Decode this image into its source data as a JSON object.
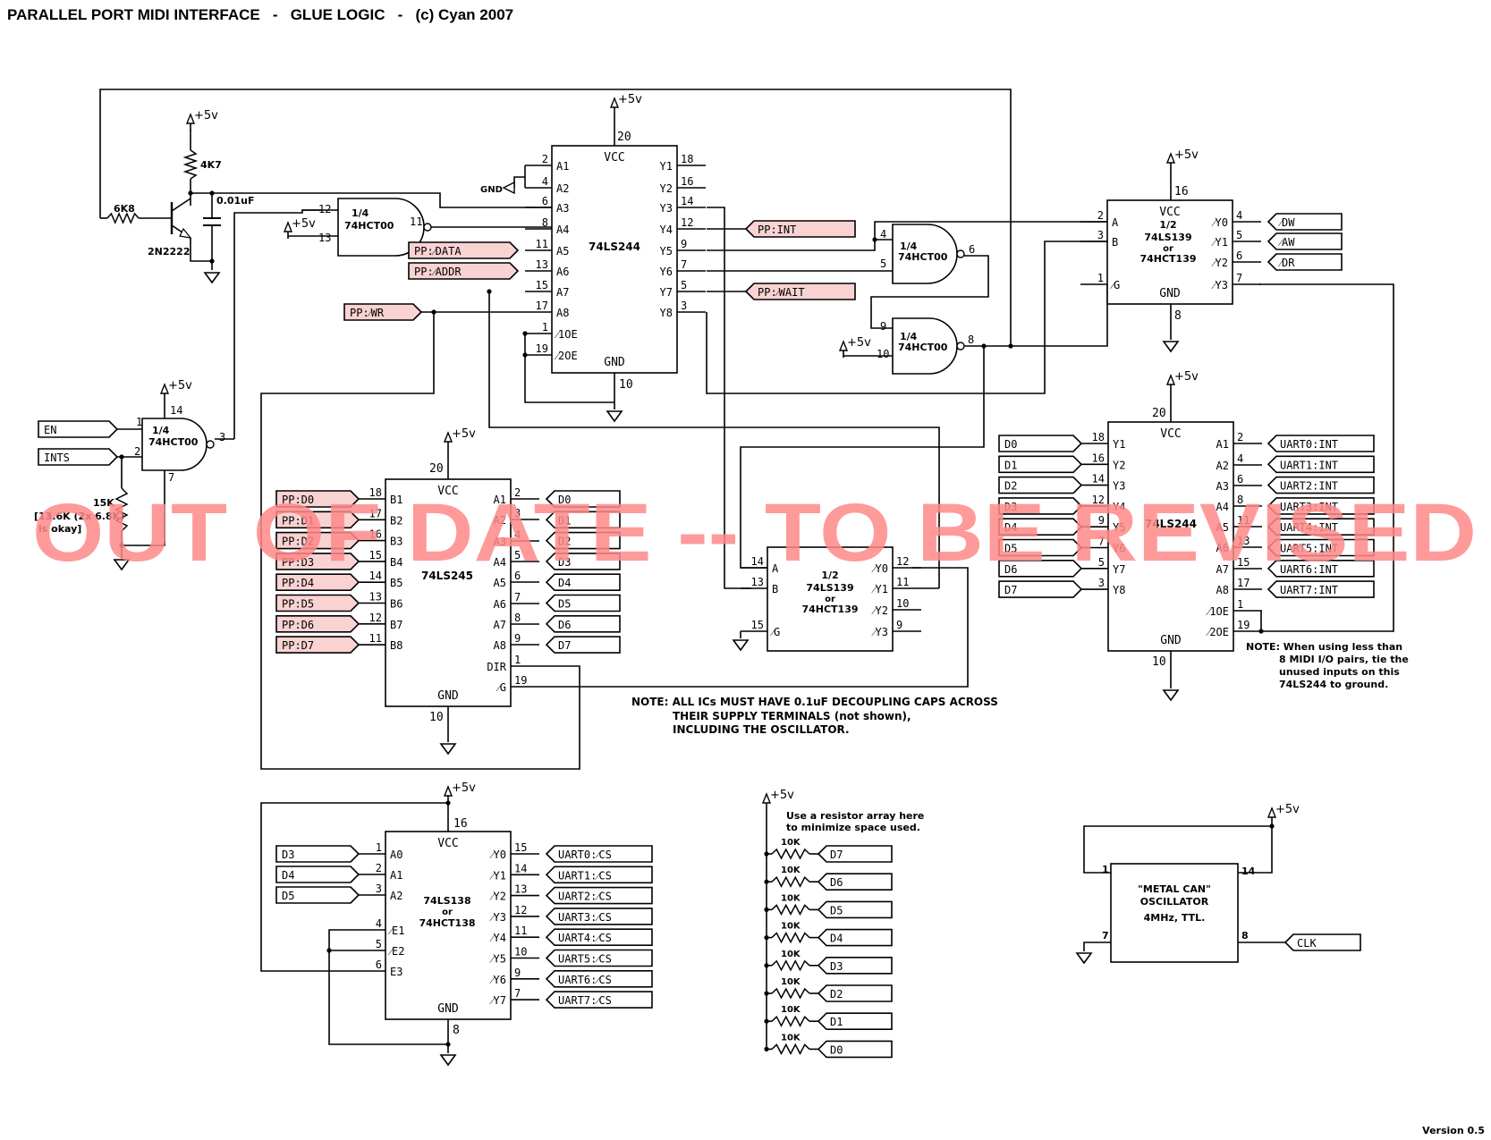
{
  "title": "PARALLEL PORT MIDI INTERFACE   -   GLUE LOGIC   -   (c) Cyan 2007",
  "version": "Version 0.5",
  "watermark": "OUT OF DATE -- TO BE REVISED",
  "supply": "+5v",
  "colors": {
    "signal_fill": "#f9d2d2",
    "watermark": "#f88",
    "line": "#000"
  },
  "components": {
    "resistor_4k7": "4K7",
    "resistor_6k8": "6K8",
    "transistor": "2N2222",
    "capacitor": "0.01uF",
    "gnd_label": "GND",
    "resistor_15k": "15K",
    "resistor_15k_note_1": "[13.6K (2x 6.8K)",
    "resistor_15k_note_2": "is okay]",
    "resistor_10k": "10K"
  },
  "gates": {
    "g1": {
      "frac": "1/4",
      "part": "74HCT00",
      "pins": [
        "12",
        "13",
        "11"
      ]
    },
    "g2": {
      "frac": "1/4",
      "part": "74HCT00",
      "pins": [
        "1",
        "2",
        "3"
      ],
      "vcc": "14",
      "gnd": "7"
    },
    "g3": {
      "frac": "1/4",
      "part": "74HCT00",
      "pins": [
        "4",
        "5",
        "6"
      ]
    },
    "g4": {
      "frac": "1/4",
      "part": "74HCT00",
      "pins": [
        "9",
        "10",
        "8"
      ]
    }
  },
  "ics": {
    "u244a": {
      "name": "74LS244",
      "vcc": "VCC",
      "gnd": "GND",
      "vcc_pin": "20",
      "gnd_pin": "10",
      "left": [
        {
          "p": "2",
          "l": "A1"
        },
        {
          "p": "4",
          "l": "A2"
        },
        {
          "p": "6",
          "l": "A3"
        },
        {
          "p": "8",
          "l": "A4"
        },
        {
          "p": "11",
          "l": "A5"
        },
        {
          "p": "13",
          "l": "A6"
        },
        {
          "p": "15",
          "l": "A7"
        },
        {
          "p": "17",
          "l": "A8"
        },
        {
          "p": "1",
          "l": "⁄1OE"
        },
        {
          "p": "19",
          "l": "⁄2OE"
        }
      ],
      "right": [
        {
          "p": "18",
          "l": "Y1"
        },
        {
          "p": "16",
          "l": "Y2"
        },
        {
          "p": "14",
          "l": "Y3"
        },
        {
          "p": "12",
          "l": "Y4"
        },
        {
          "p": "9",
          "l": "Y5"
        },
        {
          "p": "7",
          "l": "Y6"
        },
        {
          "p": "5",
          "l": "Y7"
        },
        {
          "p": "3",
          "l": "Y8"
        }
      ]
    },
    "u139a": {
      "frac": "1/2",
      "name": "74LS139",
      "or": "or",
      "alt": "74HCT139",
      "vcc": "VCC",
      "gnd": "GND",
      "vcc_pin": "16",
      "gnd_pin": "8",
      "left": [
        {
          "p": "2",
          "l": "A"
        },
        {
          "p": "3",
          "l": "B"
        },
        {
          "p": "1",
          "l": "⁄G"
        }
      ],
      "right": [
        {
          "p": "4",
          "l": "⁄Y0"
        },
        {
          "p": "5",
          "l": "⁄Y1"
        },
        {
          "p": "6",
          "l": "⁄Y2"
        },
        {
          "p": "7",
          "l": "⁄Y3"
        }
      ]
    },
    "u245": {
      "name": "74LS245",
      "vcc": "VCC",
      "gnd": "GND",
      "vcc_pin": "20",
      "gnd_pin": "10",
      "left": [
        {
          "p": "18",
          "l": "B1"
        },
        {
          "p": "17",
          "l": "B2"
        },
        {
          "p": "16",
          "l": "B3"
        },
        {
          "p": "15",
          "l": "B4"
        },
        {
          "p": "14",
          "l": "B5"
        },
        {
          "p": "13",
          "l": "B6"
        },
        {
          "p": "12",
          "l": "B7"
        },
        {
          "p": "11",
          "l": "B8"
        }
      ],
      "right": [
        {
          "p": "2",
          "l": "A1"
        },
        {
          "p": "3",
          "l": "A2"
        },
        {
          "p": "4",
          "l": "A3"
        },
        {
          "p": "5",
          "l": "A4"
        },
        {
          "p": "6",
          "l": "A5"
        },
        {
          "p": "7",
          "l": "A6"
        },
        {
          "p": "8",
          "l": "A7"
        },
        {
          "p": "9",
          "l": "A8"
        },
        {
          "p": "1",
          "l": "DIR"
        },
        {
          "p": "19",
          "l": "⁄G"
        }
      ]
    },
    "u139b": {
      "frac": "1/2",
      "name": "74LS139",
      "or": "or",
      "alt": "74HCT139",
      "left": [
        {
          "p": "14",
          "l": "A"
        },
        {
          "p": "13",
          "l": "B"
        },
        {
          "p": "15",
          "l": "⁄G"
        }
      ],
      "right": [
        {
          "p": "12",
          "l": "⁄Y0"
        },
        {
          "p": "11",
          "l": "⁄Y1"
        },
        {
          "p": "10",
          "l": "⁄Y2"
        },
        {
          "p": "9",
          "l": "⁄Y3"
        }
      ]
    },
    "u244b": {
      "name": "74LS244",
      "vcc": "VCC",
      "gnd": "GND",
      "vcc_pin": "20",
      "gnd_pin": "10",
      "left": [
        {
          "p": "18",
          "l": "Y1"
        },
        {
          "p": "16",
          "l": "Y2"
        },
        {
          "p": "14",
          "l": "Y3"
        },
        {
          "p": "12",
          "l": "Y4"
        },
        {
          "p": "9",
          "l": "Y5"
        },
        {
          "p": "7",
          "l": "Y6"
        },
        {
          "p": "5",
          "l": "Y7"
        },
        {
          "p": "3",
          "l": "Y8"
        }
      ],
      "right": [
        {
          "p": "2",
          "l": "A1"
        },
        {
          "p": "4",
          "l": "A2"
        },
        {
          "p": "6",
          "l": "A3"
        },
        {
          "p": "8",
          "l": "A4"
        },
        {
          "p": "11",
          "l": "A5"
        },
        {
          "p": "13",
          "l": "A6"
        },
        {
          "p": "15",
          "l": "A7"
        },
        {
          "p": "17",
          "l": "A8"
        },
        {
          "p": "1",
          "l": "⁄1OE"
        },
        {
          "p": "19",
          "l": "⁄2OE"
        }
      ]
    },
    "u138": {
      "name": "74LS138",
      "or": "or",
      "alt": "74HCT138",
      "vcc": "VCC",
      "gnd": "GND",
      "vcc_pin": "16",
      "gnd_pin": "8",
      "left": [
        {
          "p": "1",
          "l": "A0"
        },
        {
          "p": "2",
          "l": "A1"
        },
        {
          "p": "3",
          "l": "A2"
        },
        {
          "p": "4",
          "l": "⁄E1"
        },
        {
          "p": "5",
          "l": "⁄E2"
        },
        {
          "p": "6",
          "l": "E3"
        }
      ],
      "right": [
        {
          "p": "15",
          "l": "⁄Y0"
        },
        {
          "p": "14",
          "l": "⁄Y1"
        },
        {
          "p": "13",
          "l": "⁄Y2"
        },
        {
          "p": "12",
          "l": "⁄Y3"
        },
        {
          "p": "11",
          "l": "⁄Y4"
        },
        {
          "p": "10",
          "l": "⁄Y5"
        },
        {
          "p": "9",
          "l": "⁄Y6"
        },
        {
          "p": "7",
          "l": "⁄Y7"
        }
      ]
    }
  },
  "signals": {
    "pp_data": "PP:⁄DATA",
    "pp_addr": "PP:⁄ADDR",
    "pp_wr": "PP:⁄WR",
    "pp_int": "PP:INT",
    "pp_wait": "PP:⁄WAIT",
    "en": "EN",
    "ints": "INTS",
    "clk": "CLK",
    "dw": "⁄DW",
    "aw": "⁄AW",
    "dr": "⁄DR",
    "pp_d": [
      "PP:D0",
      "PP:D1",
      "PP:D2",
      "PP:D3",
      "PP:D4",
      "PP:D5",
      "PP:D6",
      "PP:D7"
    ],
    "d": [
      "D0",
      "D1",
      "D2",
      "D3",
      "D4",
      "D5",
      "D6",
      "D7"
    ],
    "uart_int": [
      "UART0:INT",
      "UART1:INT",
      "UART2:INT",
      "UART3:INT",
      "UART4:INT",
      "UART5:INT",
      "UART6:INT",
      "UART7:INT"
    ],
    "uart_cs": [
      "UART0:⁄CS",
      "UART1:⁄CS",
      "UART2:⁄CS",
      "UART3:⁄CS",
      "UART4:⁄CS",
      "UART5:⁄CS",
      "UART6:⁄CS",
      "UART7:⁄CS"
    ],
    "dec_in": [
      "D3",
      "D4",
      "D5"
    ],
    "pullups": [
      "D7",
      "D6",
      "D5",
      "D4",
      "D3",
      "D2",
      "D1",
      "D0"
    ]
  },
  "notes": {
    "caps_1": "NOTE: ALL ICs MUST HAVE 0.1uF DECOUPLING CAPS ACROSS",
    "caps_2": "THEIR SUPPLY TERMINALS (not shown),",
    "caps_3": "INCLUDING THE OSCILLATOR.",
    "midi_1": "NOTE: When using less than",
    "midi_2": "8 MIDI I/O pairs, tie the",
    "midi_3": "unused inputs on this",
    "midi_4": "74LS244 to ground.",
    "array_1": "Use a resistor array here",
    "array_2": "to minimize space used."
  },
  "oscillator": {
    "line1": "\"METAL CAN\"",
    "line2": "OSCILLATOR",
    "line3": "4MHz, TTL.",
    "pins": [
      "1",
      "14",
      "7",
      "8"
    ]
  }
}
